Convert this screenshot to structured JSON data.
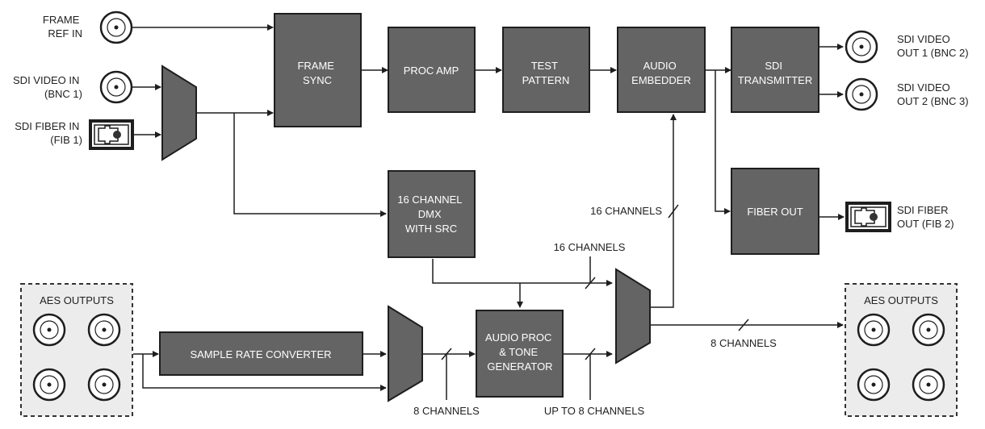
{
  "inputs": {
    "frame_ref": [
      "FRAME",
      "REF IN"
    ],
    "sdi_video_in": [
      "SDI VIDEO IN",
      "(BNC 1)"
    ],
    "sdi_fiber_in": [
      "SDI FIBER IN",
      "(FIB 1)"
    ]
  },
  "blocks": {
    "frame_sync": [
      "FRAME",
      "SYNC"
    ],
    "proc_amp": [
      "PROC AMP"
    ],
    "test_pattern": [
      "TEST",
      "PATTERN"
    ],
    "audio_embedder": [
      "AUDIO",
      "EMBEDDER"
    ],
    "sdi_transmitter": [
      "SDI",
      "TRANSMITTER"
    ],
    "fiber_out": [
      "FIBER OUT"
    ],
    "dmx": [
      "16 CHANNEL",
      "DMX",
      "WITH SRC"
    ],
    "src": [
      "SAMPLE RATE CONVERTER"
    ],
    "audio_proc": [
      "AUDIO PROC",
      "& TONE",
      "GENERATOR"
    ]
  },
  "outputs": {
    "sdi_video_out_1": [
      "SDI VIDEO",
      "OUT 1 (BNC 2)"
    ],
    "sdi_video_out_2": [
      "SDI VIDEO",
      "OUT 2 (BNC 3)"
    ],
    "sdi_fiber_out": [
      "SDI FIBER",
      "OUT (FIB 2)"
    ]
  },
  "aes": {
    "input_title": "AES OUTPUTS",
    "output_title": "AES OUTPUTS"
  },
  "channel_labels": {
    "embedder_16": "16 CHANNELS",
    "mux_16": "16 CHANNELS",
    "out_8": "8 CHANNELS",
    "in_8": "8 CHANNELS",
    "up_to_8": "UP TO 8 CHANNELS"
  },
  "colors": {
    "block_fill": "#646464",
    "line": "#1e1e1e",
    "aes_panel": "#ececec"
  }
}
